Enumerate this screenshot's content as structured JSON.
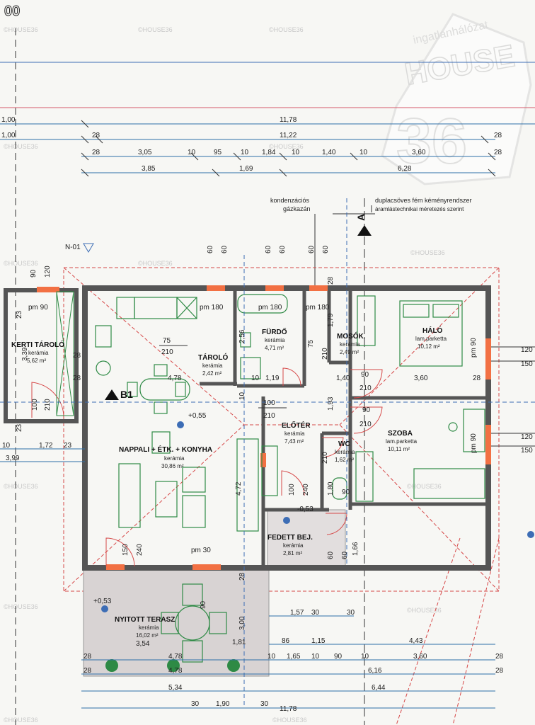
{
  "sheet": {
    "page_code": "00",
    "level_marker": "N-01",
    "section_label": "A",
    "axis_label": "B1"
  },
  "watermark": {
    "brand_top": "ingatlanhálózat",
    "brand_main": "HOUSE",
    "brand_number": "36",
    "small_mark": "©HOUSE36"
  },
  "notes": {
    "boiler_line1": "kondenzációs",
    "boiler_line2": "gázkazán",
    "chimney_line1": "duplacsöves fém kéményrendszer",
    "chimney_line2": "áramlástechnikai méretezés szerint"
  },
  "rooms": {
    "living": {
      "name": "NAPPALI + ÉTK. + KONYHA",
      "material": "kerámia",
      "area": "30,86 m²"
    },
    "storage_in": {
      "name": "TÁROLÓ",
      "material": "kerámia",
      "area": "2,42 m²"
    },
    "bathroom": {
      "name": "FÜRDŐ",
      "material": "kerámia",
      "area": "4,71 m²"
    },
    "laundry": {
      "name": "MOSÓK.",
      "material": "kerámia",
      "area": "2,49 m²"
    },
    "bedroom": {
      "name": "HÁLÓ",
      "material": "lam.parketta",
      "area": "10,12 m²"
    },
    "room2": {
      "name": "SZOBA",
      "material": "lam.parketta",
      "area": "10,11 m²"
    },
    "hall": {
      "name": "ELŐTÉR",
      "material": "kerámia",
      "area": "7,43 m²"
    },
    "wc": {
      "name": "WC",
      "material": "kerámia",
      "area": "1,62 m²"
    },
    "covered_entry": {
      "name": "FEDETT BEJ.",
      "material": "kerámia",
      "area": "2,81 m²"
    },
    "terrace": {
      "name": "NYITOTT TERASZ",
      "material": "kerámia",
      "area": "16,02 m²"
    },
    "garden_storage": {
      "name": "KERTI TÁROLÓ",
      "material": "kerámia",
      "area": "5,62 m²"
    }
  },
  "levels": {
    "living_level": "+0,55",
    "entry_level": "-0,53",
    "terrace_level": "+0,53"
  },
  "top_dims": {
    "row1": [
      "1,00",
      "11,78"
    ],
    "row2": [
      "1,00",
      "28",
      "11,22",
      "28"
    ],
    "row3": [
      "28",
      "3,05",
      "10",
      "95",
      "10",
      "1,84",
      "10",
      "1,40",
      "10",
      "3,60",
      "28"
    ],
    "row4": [
      "3,85",
      "1,69",
      "6,28"
    ]
  },
  "bottom_dims": {
    "row1": [
      "1,57",
      "30",
      "30"
    ],
    "row2": [
      "86",
      "1,15",
      "4,43"
    ],
    "row3": [
      "28",
      "4,78",
      "10",
      "1,65",
      "10",
      "90",
      "10",
      "3,60",
      "28"
    ],
    "row4": [
      "28",
      "4,78",
      "6,16",
      "28"
    ],
    "row5": [
      "5,34",
      "6,44"
    ],
    "row6": [
      "30",
      "1,90",
      "30",
      "11,78"
    ],
    "terrace_dim": "3,54",
    "terrace_small": "1,81"
  },
  "left_dims": {
    "row1": [
      "10",
      "1,72",
      "23"
    ],
    "row2": [
      "3,99"
    ],
    "sill_h": "90",
    "head_h": "120",
    "garden_dim": "3,39",
    "wall_23": "23"
  },
  "right_dims": {
    "window1": [
      "120",
      "150"
    ],
    "window2": [
      "120",
      "150"
    ],
    "sill_90": "90",
    "rear_28": "28"
  },
  "openings": {
    "pm180_a": "pm 180",
    "pm180_b": "pm 180",
    "pm180_c": "pm 180",
    "pm90_left": "pm 90",
    "pm30": "pm 30",
    "pm90_right": "pm 90",
    "pm90_szoba": "pm 90",
    "door_75": "75",
    "door_210": "210",
    "door_100": "100",
    "door_240": "240",
    "door_90": "90",
    "door_150": "150",
    "door_60": "60",
    "window_60": "60",
    "wall_1_19": "1,19",
    "wall_1_93": "1,93",
    "wall_1_40": "1,40",
    "wall_3_60": "3,60",
    "wall_4_78": "4,78",
    "wall_4_72": "4,72",
    "wall_1_79": "1,79",
    "wall_1_66": "1,66",
    "wall_3_00": "3,00",
    "wall_1_80": "1,80",
    "wall_2_56": "2,56",
    "wall_28": "28",
    "wall_10": "10"
  }
}
